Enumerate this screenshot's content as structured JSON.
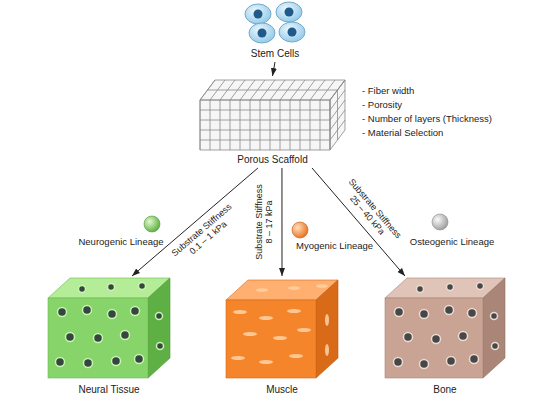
{
  "diagram": {
    "nodes": [
      {
        "text": [
          "Stem Cells"
        ]
      },
      {
        "text": [
          "Porous Scaffold"
        ]
      },
      {
        "text": [
          "Neural Tissue"
        ]
      },
      {
        "text": [
          "Muscle"
        ]
      },
      {
        "text": [
          "Bone"
        ]
      }
    ],
    "edges": [
      {
        "from": 0,
        "to": 1,
        "arrow": "to"
      },
      {
        "from": 1,
        "to": 2,
        "arrow": "to",
        "label": "Substrate Stiffness 0.1 – 1 kPa"
      },
      {
        "from": 1,
        "to": 3,
        "arrow": "to",
        "label": "Substrate Stiffness 8 – 17 kPa"
      },
      {
        "from": 1,
        "to": 4,
        "arrow": "to",
        "label": "Substrate Stiffness 25 – 40 kPa"
      }
    ],
    "labels": [
      "- Fiber width",
      "- Porosity",
      "- Number of layers (Thickness)",
      "- Material Selection",
      "Neurogenic Lineage",
      "Myogenic Lineage",
      "Osteogenic Lineage"
    ]
  }
}
